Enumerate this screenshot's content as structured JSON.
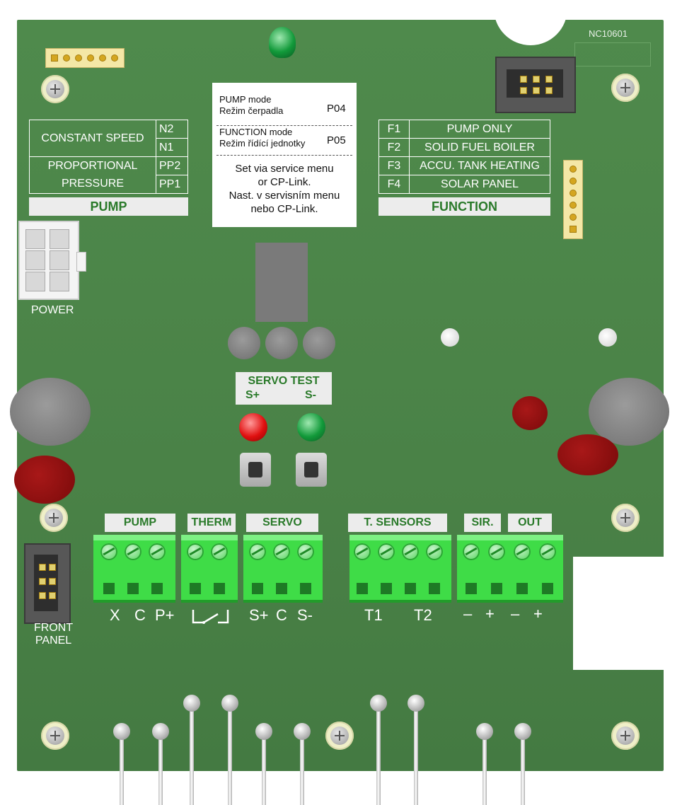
{
  "board_id": "NC10601",
  "info_box": {
    "pump_mode_en": "PUMP mode",
    "pump_mode_cz": "Režim čerpadla",
    "pump_code": "P04",
    "function_mode_en": "FUNCTION mode",
    "function_mode_cz": "Režim řídící jednotky",
    "function_code": "P05",
    "note_en_1": "Set via service menu",
    "note_en_2": "or CP-Link.",
    "note_cz_1": "Nast. v servisním menu",
    "note_cz_2": "nebo CP-Link."
  },
  "pump_table": {
    "constant_speed": "CONSTANT SPEED",
    "n2": "N2",
    "n1": "N1",
    "proportional": "PROPORTIONAL",
    "pp2": "PP2",
    "pressure": "PRESSURE",
    "pp1": "PP1",
    "title": "PUMP"
  },
  "function_table": {
    "rows": [
      {
        "code": "F1",
        "label": "PUMP ONLY"
      },
      {
        "code": "F2",
        "label": "SOLID FUEL BOILER"
      },
      {
        "code": "F3",
        "label": "ACCU. TANK HEATING"
      },
      {
        "code": "F4",
        "label": "SOLAR PANEL"
      }
    ],
    "title": "FUNCTION"
  },
  "power_label": "POWER",
  "front_panel": {
    "line1": "FRONT",
    "line2": "PANEL"
  },
  "servo_test": {
    "title": "SERVO TEST",
    "s_plus": "S+",
    "s_minus": "S-"
  },
  "terminal_groups": {
    "pump": "PUMP",
    "therm": "THERM",
    "servo": "SERVO",
    "t_sensors": "T. SENSORS",
    "sir": "SIR.",
    "out": "OUT"
  },
  "wire_labels": {
    "x": "X",
    "c1": "C",
    "p_plus": "P+",
    "s_plus": "S+",
    "c2": "C",
    "s_minus": "S-",
    "t1": "T1",
    "t2": "T2",
    "minus1": "–",
    "plus1": "+",
    "minus2": "–",
    "plus2": "+"
  },
  "colors": {
    "board": "#4a8247",
    "terminal": "#3fdc47",
    "accent_text": "#2a7a2a"
  }
}
